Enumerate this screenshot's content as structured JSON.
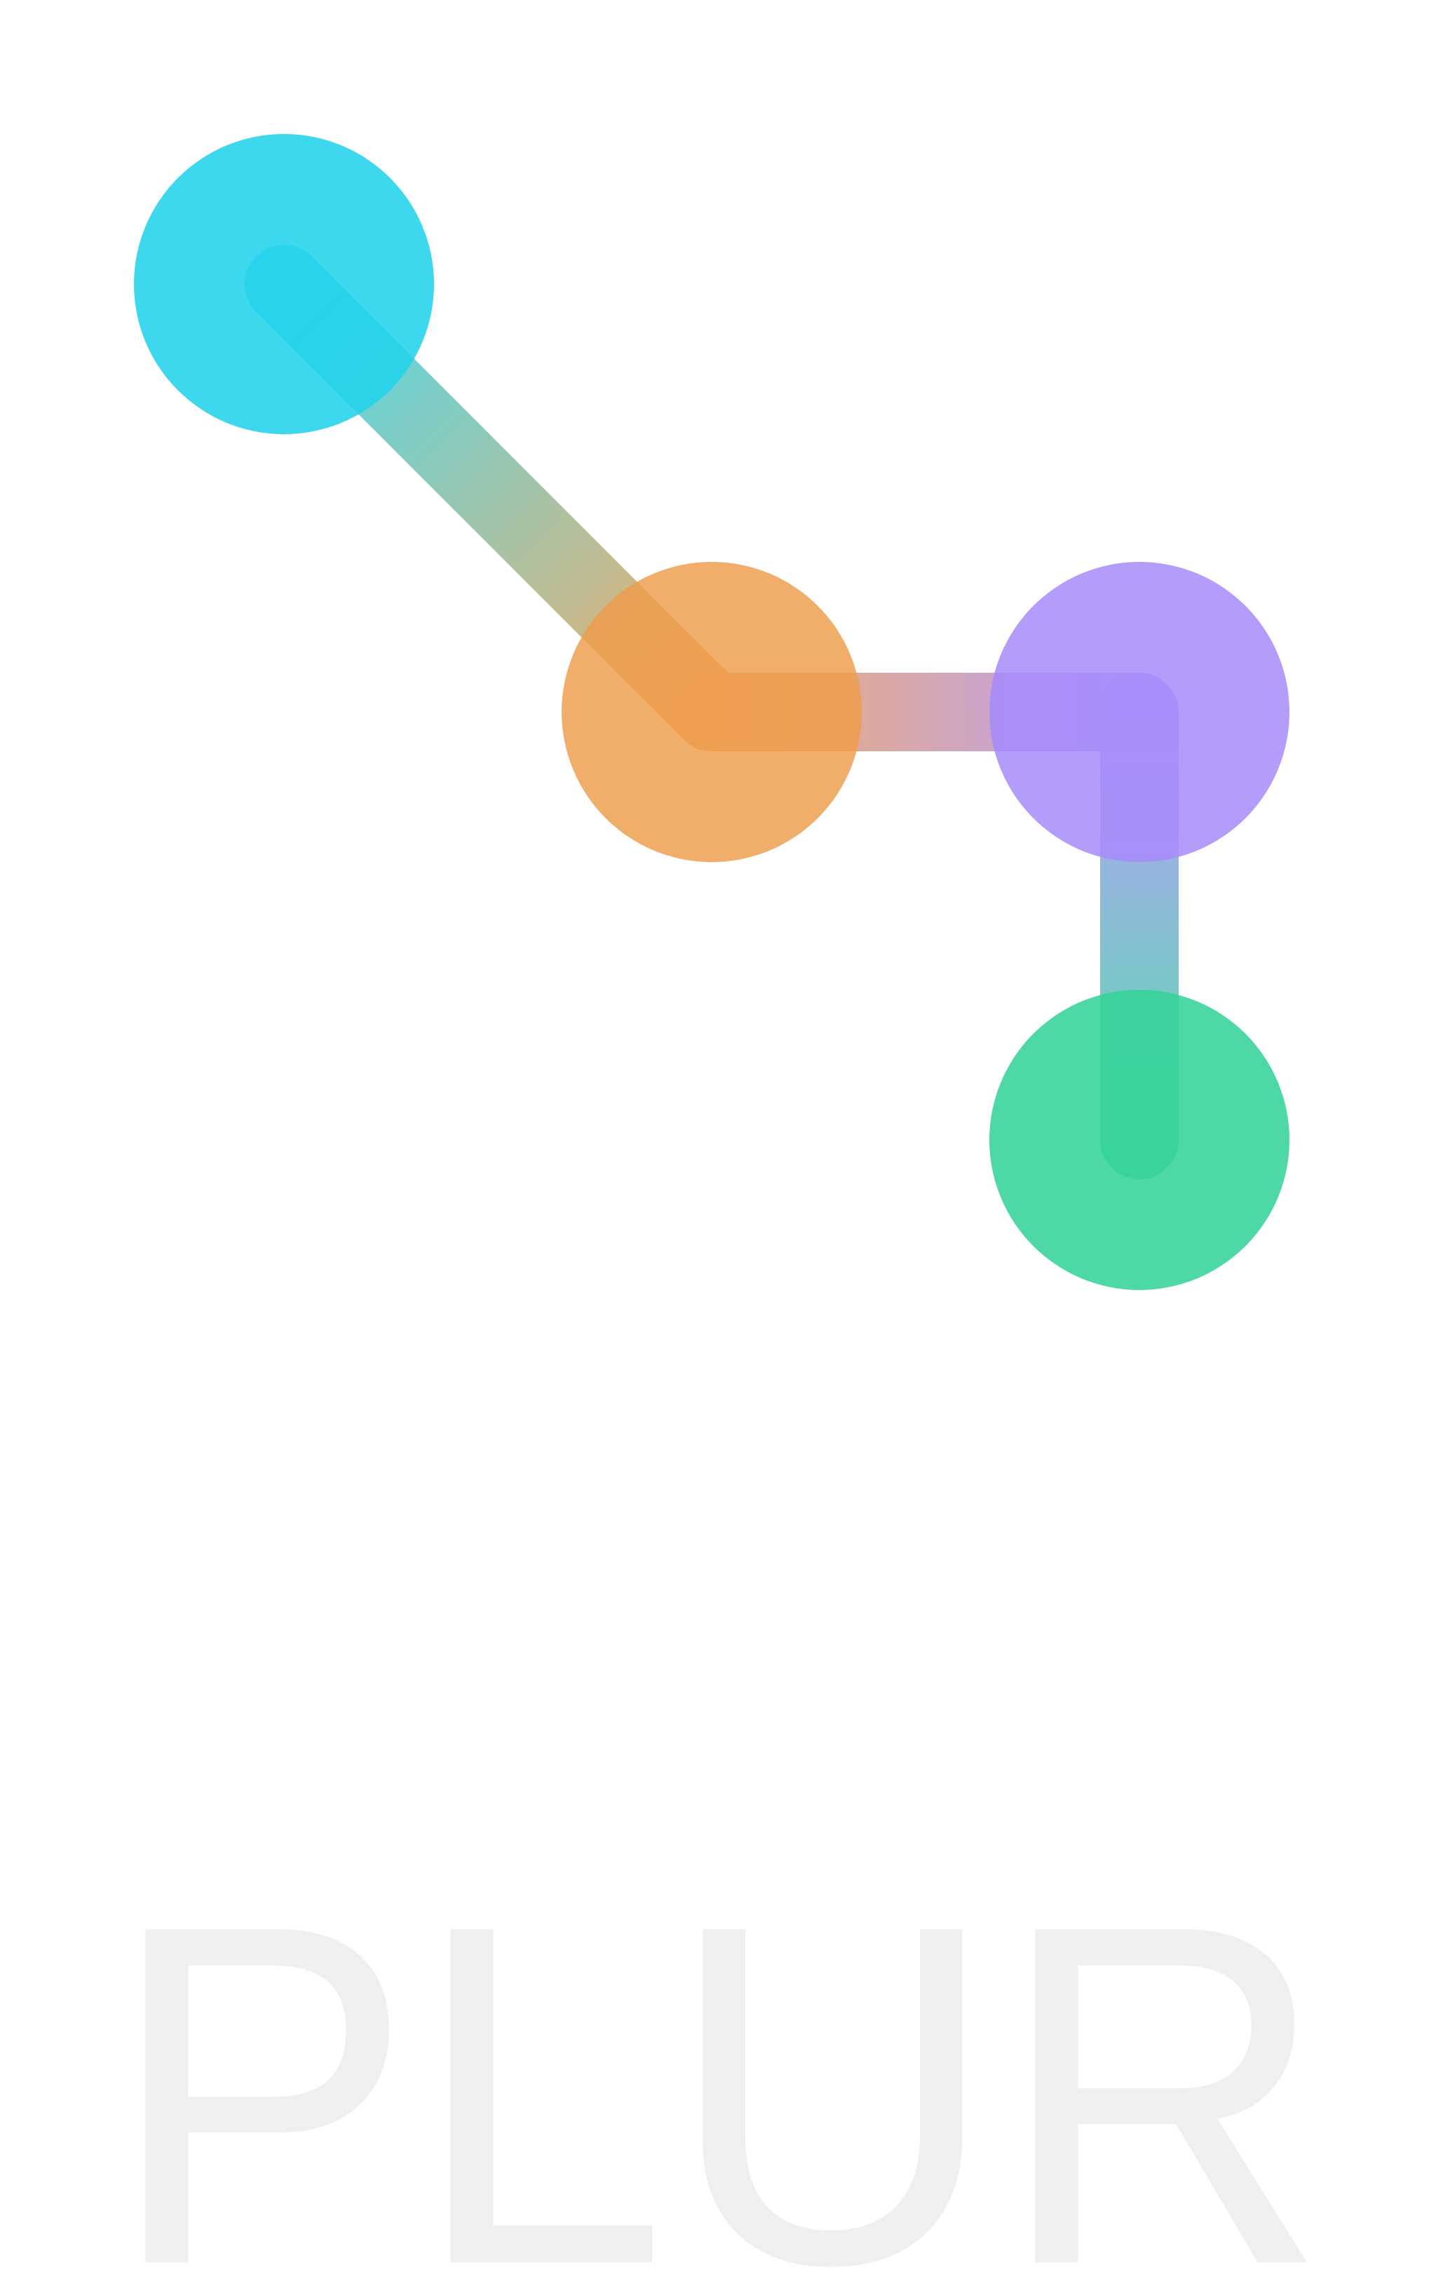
{
  "logo": {
    "wordmark": "PLUR",
    "nodes": [
      {
        "name": "cyan-node",
        "color": "#22d3eb"
      },
      {
        "name": "orange-node",
        "color": "#ee9c4a"
      },
      {
        "name": "purple-node",
        "color": "#a78bfa"
      },
      {
        "name": "green-node",
        "color": "#34d399"
      }
    ],
    "wordmark_color": "#efeff1"
  }
}
